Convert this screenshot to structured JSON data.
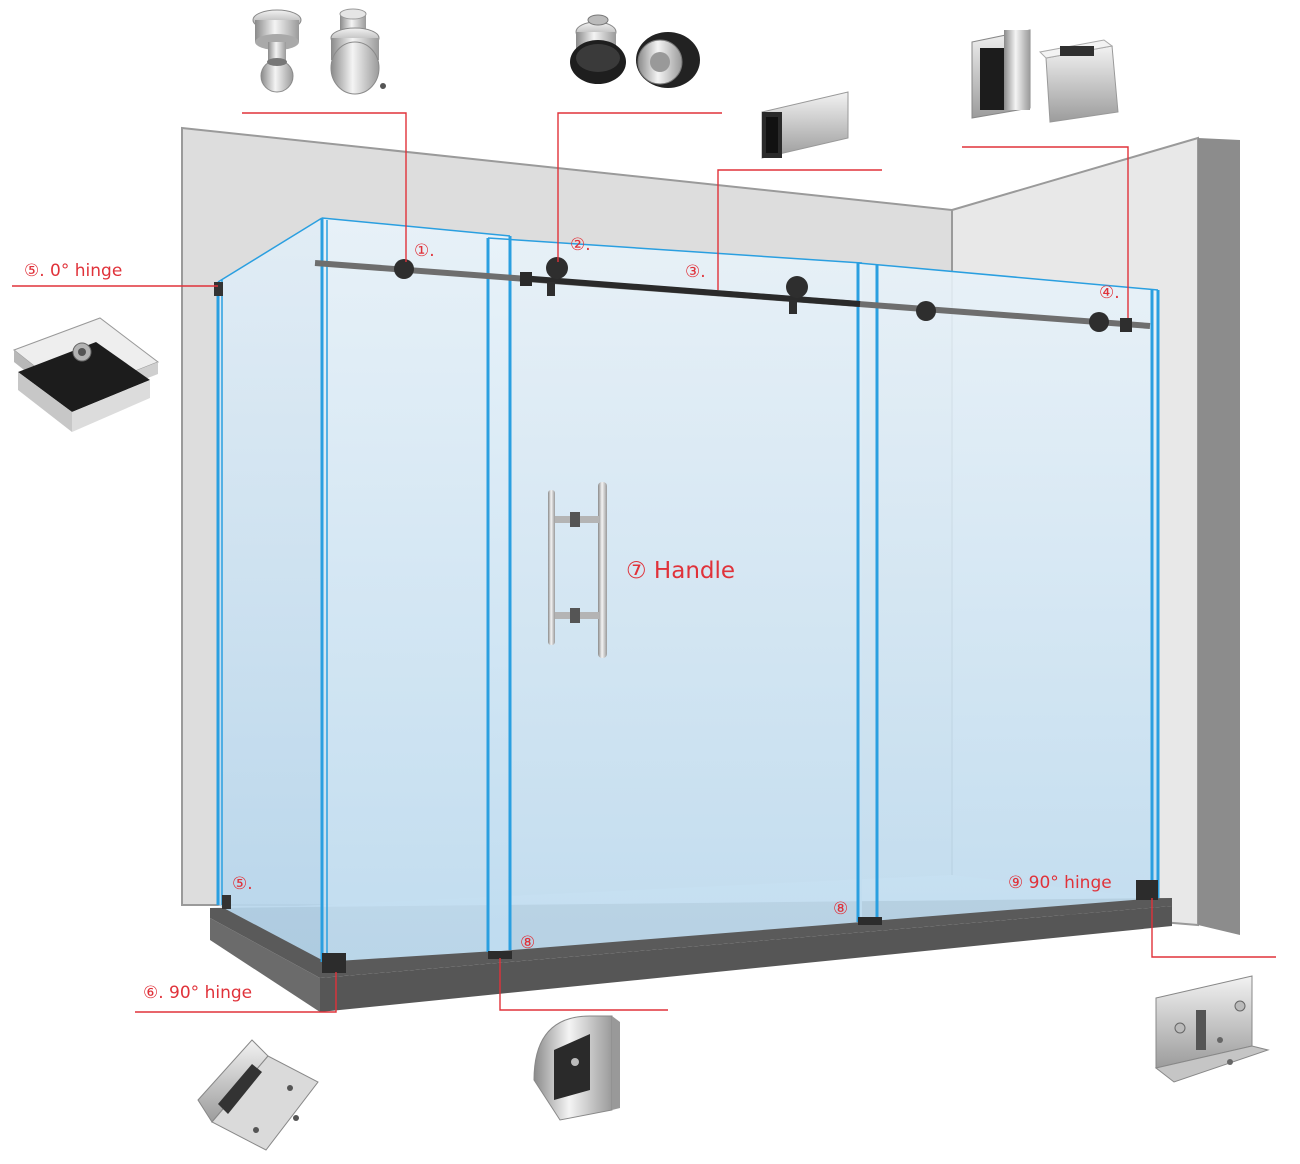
{
  "labels": {
    "part_1": "①.",
    "part_2": "②.",
    "part_3": "③.",
    "part_4": "④.",
    "part_5_top": "⑤. 0° hinge",
    "part_5_bottom": "⑤.",
    "part_6": "⑥. 90° hinge",
    "part_7": "⑦ Handle",
    "part_8_left": "⑧",
    "part_8_right": "⑧",
    "part_9": "⑨ 90° hinge"
  },
  "colors": {
    "callout": "#e0323a",
    "glass_edge": "#2a9fe0",
    "glass_top": "#e6f1f8",
    "glass_bottom": "#c2def0",
    "wall": "#dcdcdc",
    "wall_dark": "#8e8e8e",
    "hardware": "#2e2e2e",
    "chrome": "#c8c8c8"
  },
  "icons": {
    "part_1": "roller-wheel-icon",
    "part_2": "roller-stopper-icon",
    "part_3": "sliding-bar-tube-icon",
    "part_4": "wall-bracket-icon",
    "part_5": "square-glass-clamp-icon",
    "part_6": "glass-hinge-icon",
    "part_8": "floor-guide-icon",
    "part_9": "wall-hinge-icon"
  }
}
